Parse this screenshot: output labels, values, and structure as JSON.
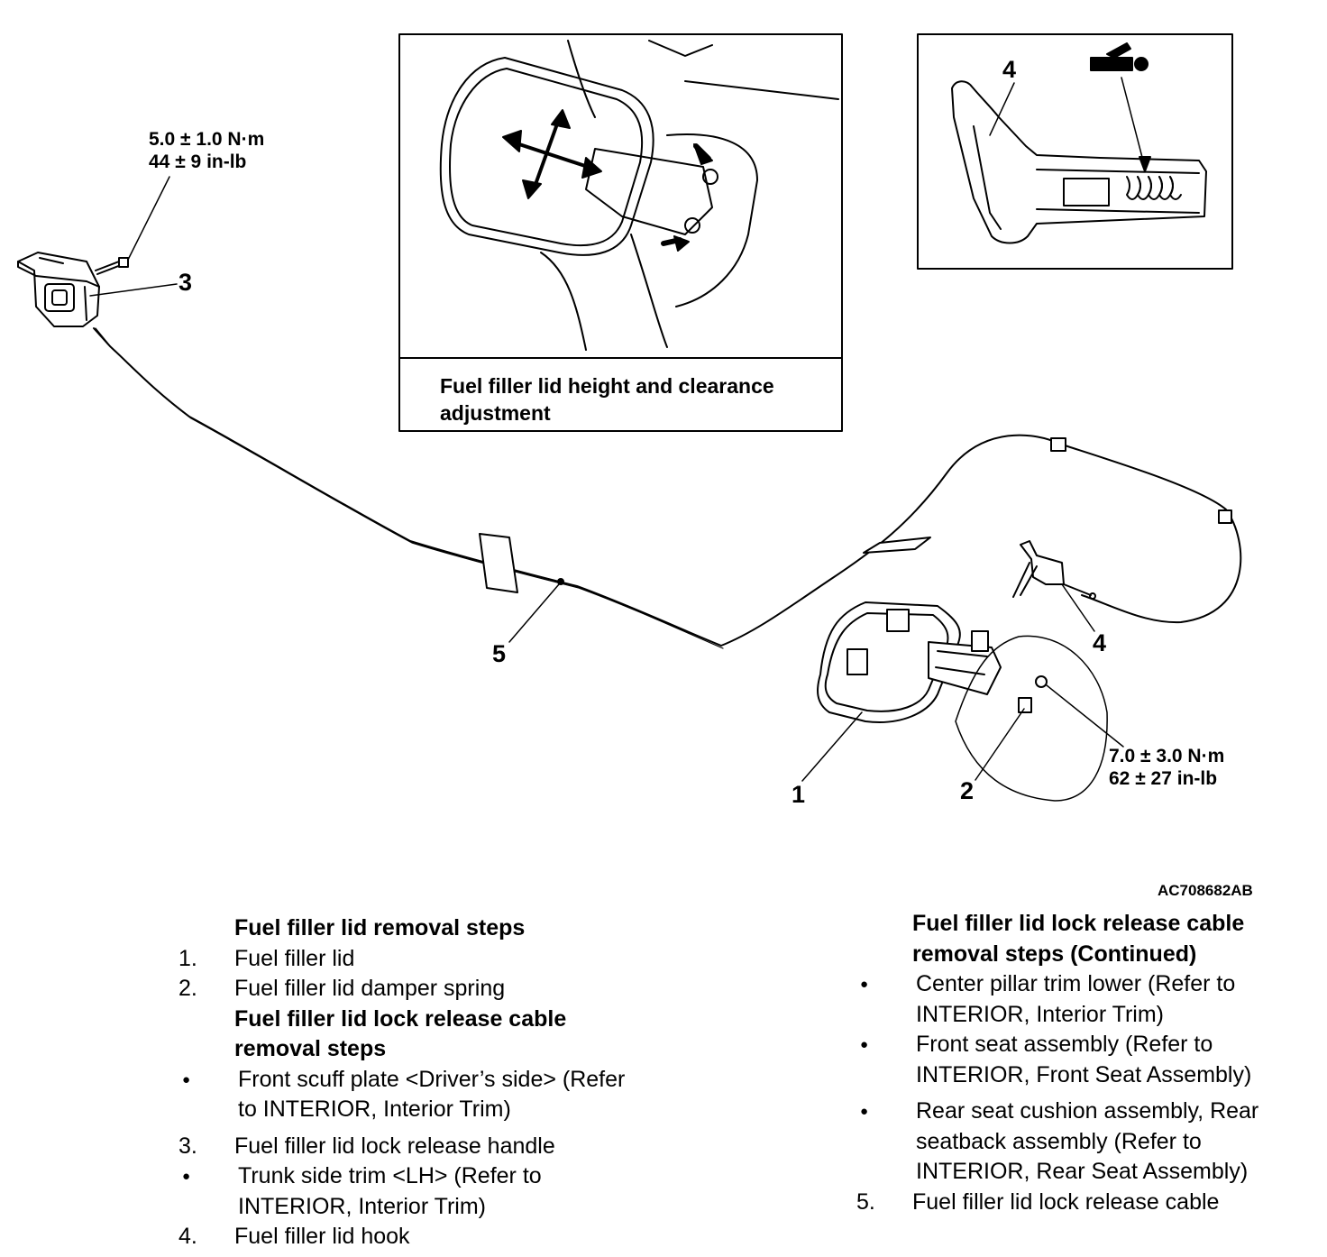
{
  "callouts": {
    "part1": "1",
    "part2": "2",
    "part3": "3",
    "part4": "4",
    "part4_inset": "4",
    "part5": "5"
  },
  "torque_specs": {
    "handle_bolt": {
      "line1": "5.0 ± 1.0 N·m",
      "line2": "44 ± 9 in-lb"
    },
    "lid_bolt": {
      "line1": "7.0 ± 3.0 N·m",
      "line2": "62 ± 27 in-lb"
    }
  },
  "inset_caption": "Fuel filler lid height and clearance adjustment",
  "figure_code": "AC708682AB",
  "left_column": [
    {
      "marker": "",
      "text": "Fuel filler lid removal steps",
      "heading": true
    },
    {
      "marker": "1.",
      "text": "Fuel filler lid"
    },
    {
      "marker": "2.",
      "text": "Fuel filler lid damper spring"
    },
    {
      "marker": "",
      "text": "Fuel filler lid lock release cable removal steps",
      "heading": true
    },
    {
      "marker": "●",
      "text": "Front scuff plate <Driver’s side> (Refer to INTERIOR,  Interior Trim)"
    },
    {
      "marker": "3.",
      "text": "Fuel filler lid lock release handle"
    },
    {
      "marker": "●",
      "text": "Trunk side trim <LH> (Refer to INTERIOR, Interior Trim)"
    },
    {
      "marker": "4.",
      "text": "Fuel filler lid hook"
    }
  ],
  "right_column": [
    {
      "marker": "",
      "text": "Fuel filler lid lock release cable removal steps (Continued)",
      "heading": true
    },
    {
      "marker": "●",
      "text": "Center pillar trim lower (Refer to INTERIOR, Interior Trim)"
    },
    {
      "marker": "●",
      "text": "Front seat assembly (Refer to INTERIOR, Front Seat Assembly)"
    },
    {
      "marker": "●",
      "text": "Rear seat cushion assembly, Rear seatback assembly (Refer to INTERIOR, Rear Seat Assembly)"
    },
    {
      "marker": "5.",
      "text": "Fuel filler lid lock release cable"
    }
  ]
}
